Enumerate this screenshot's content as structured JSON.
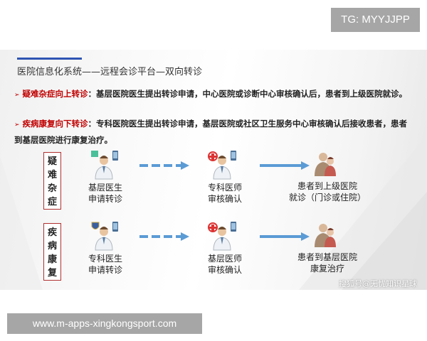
{
  "overlay": {
    "tg_label": "TG: MYYJJPP",
    "url_label": "www.m-apps-xingkongsport.com"
  },
  "slide": {
    "title": "医院信息化系统——远程会诊平台—双向转诊",
    "accent_color": "#2f55b3",
    "highlight_color": "#c00000",
    "bullets": [
      {
        "heading": "疑难杂症向上转诊",
        "text": "：基层医院医生提出转诊申请，中心医院或诊断中心审核确认后，患者到上级医院就诊。"
      },
      {
        "heading": "疾病康复向下转诊",
        "text": "：专科医院医生提出转诊申请，基层医院或社区卫生服务中心审核确认后接收患者，患者到基层医院进行康复治疗。"
      }
    ],
    "flows": [
      {
        "category": "疑难杂症",
        "step1": [
          "基层医生",
          "申请转诊"
        ],
        "step2": [
          "专科医师",
          "审核确认"
        ],
        "step3": [
          "患者到上级医院",
          "就诊（门诊或住院）"
        ]
      },
      {
        "category": "疾病康复",
        "step1": [
          "专科医生",
          "申请转诊"
        ],
        "step2": [
          "基层医师",
          "审核确认"
        ],
        "step3": [
          "患者到基层医院",
          "康复治疗"
        ]
      }
    ],
    "icons": [
      "doctor-icon",
      "hospital-cross-icon",
      "phone-icon",
      "patients-icon",
      "dashed-arrow-icon",
      "solid-arrow-icon"
    ],
    "watermark": "搜狐号@无忧知识星球"
  }
}
